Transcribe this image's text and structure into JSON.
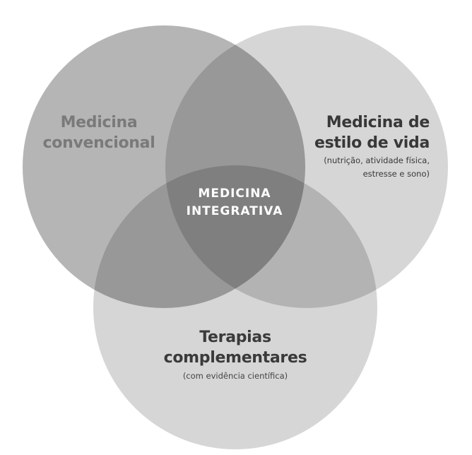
{
  "circles": [
    {
      "id": "conventional",
      "title_lines": [
        "Medicina",
        "convencional"
      ],
      "color": "#000000",
      "opacity": 0.29
    },
    {
      "id": "lifestyle",
      "title_lines": [
        "Medicina de",
        "estilo de vida"
      ],
      "subtitle_lines": [
        "(nutrição, atividade física,",
        "estresse e sono)"
      ],
      "color": "#000000",
      "opacity": 0.16
    },
    {
      "id": "complementary",
      "title_lines": [
        "Terapias",
        "complementares"
      ],
      "subtitle_lines": [
        "(com evidência científica)"
      ],
      "color": "#000000",
      "opacity": 0.16
    }
  ],
  "center_label_lines": [
    "MEDICINA",
    "INTEGRATIVA"
  ]
}
